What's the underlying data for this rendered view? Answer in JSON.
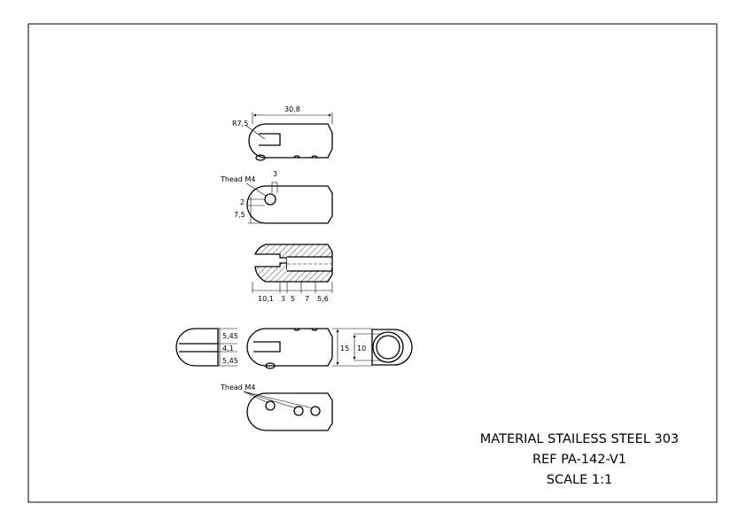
{
  "dimensions": {
    "radius": "R7,5",
    "length": "30,8",
    "thread_label_1": "Thead M4",
    "hole_offset": "3",
    "hole_height": "2",
    "hole_height_2": "7,5",
    "section_1": "10,1",
    "section_2": "3",
    "section_3": "5",
    "section_4": "7",
    "section_5": "5,6",
    "slot_top": "5,45",
    "slot_width": "4,1",
    "slot_bottom": "5,45",
    "outer_diameter": "15",
    "inner_diameter": "10",
    "thread_label_2": "Thead M4"
  },
  "title_block": {
    "material": "MATERIAL STAILESS STEEL 303",
    "ref": "REF PA-142-V1",
    "scale": "SCALE 1:1"
  }
}
